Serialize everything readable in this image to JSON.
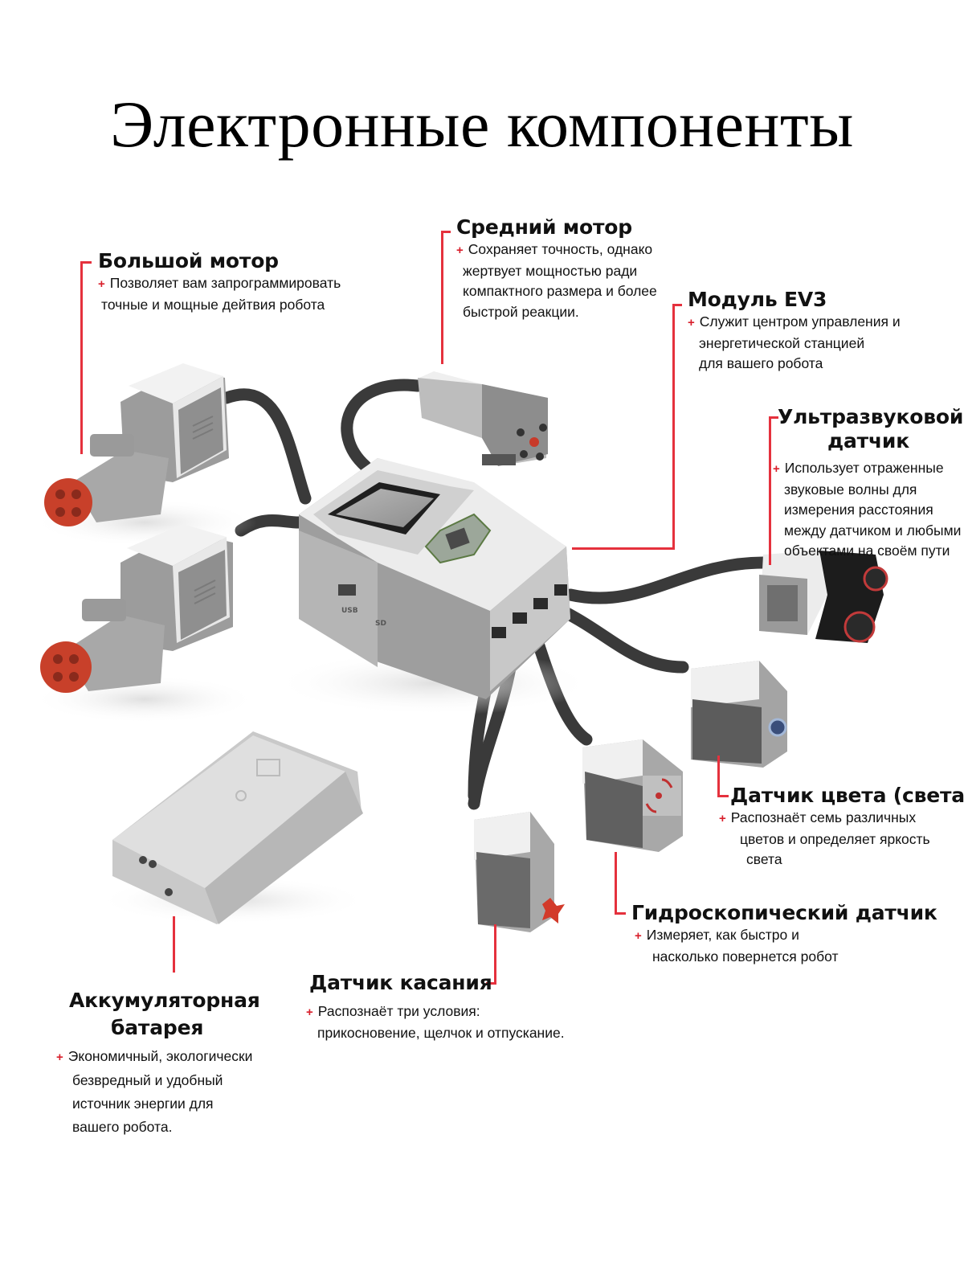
{
  "page": {
    "title": "Электронные компоненты"
  },
  "colors": {
    "accent_red": "#e5313d",
    "plastic_white": "#eeeeee",
    "plastic_gray": "#a4a4a4",
    "dark_gray": "#4a4a4a",
    "cable": "#3c3c3c",
    "hub_red": "#c8402a"
  },
  "components": {
    "large_motor": {
      "name": "Большой мотор",
      "lines": [
        "Позволяет вам запрограммировать",
        "точные и мощные дейтвия робота"
      ]
    },
    "medium_motor": {
      "name": "Средний мотор",
      "lines": [
        "Сохраняет точность, однако",
        "жертвует мощностью ради",
        "компактного размера и более",
        "быстрой реакции."
      ]
    },
    "ev3_brick": {
      "name": "Модуль EV3",
      "lines": [
        "Служит центром управления и",
        "энергетической станцией",
        "для вашего робота"
      ],
      "port_labels": [
        "USB",
        "SD"
      ]
    },
    "ultrasonic_sensor": {
      "name_line1": "Ультразвуковой",
      "name_line2": "датчик",
      "lines": [
        "Использует отраженные",
        "звуковые волны для",
        "измерения расстояния",
        "между датчиком и любыми",
        "объектами на своём пути"
      ]
    },
    "color_sensor": {
      "name": "Датчик цвета (света)",
      "lines": [
        "Распознаёт семь различных",
        "цветов и определяет яркость",
        "света"
      ]
    },
    "gyro_sensor": {
      "name": "Гидроскопический датчик",
      "lines": [
        "Измеряет, как быстро и",
        "насколько повернется робот"
      ]
    },
    "touch_sensor": {
      "name": "Датчик касания",
      "lines": [
        "Распознаёт  три условия:",
        "прикосновение, щелчок и отпускание."
      ]
    },
    "battery": {
      "name_line1": "Аккумуляторная",
      "name_line2": "батарея",
      "lines": [
        "Экономичный, экологически",
        "безвредный и удобный",
        "источник энергии для",
        "вашего робота."
      ]
    },
    "bullet_symbol": "+"
  }
}
